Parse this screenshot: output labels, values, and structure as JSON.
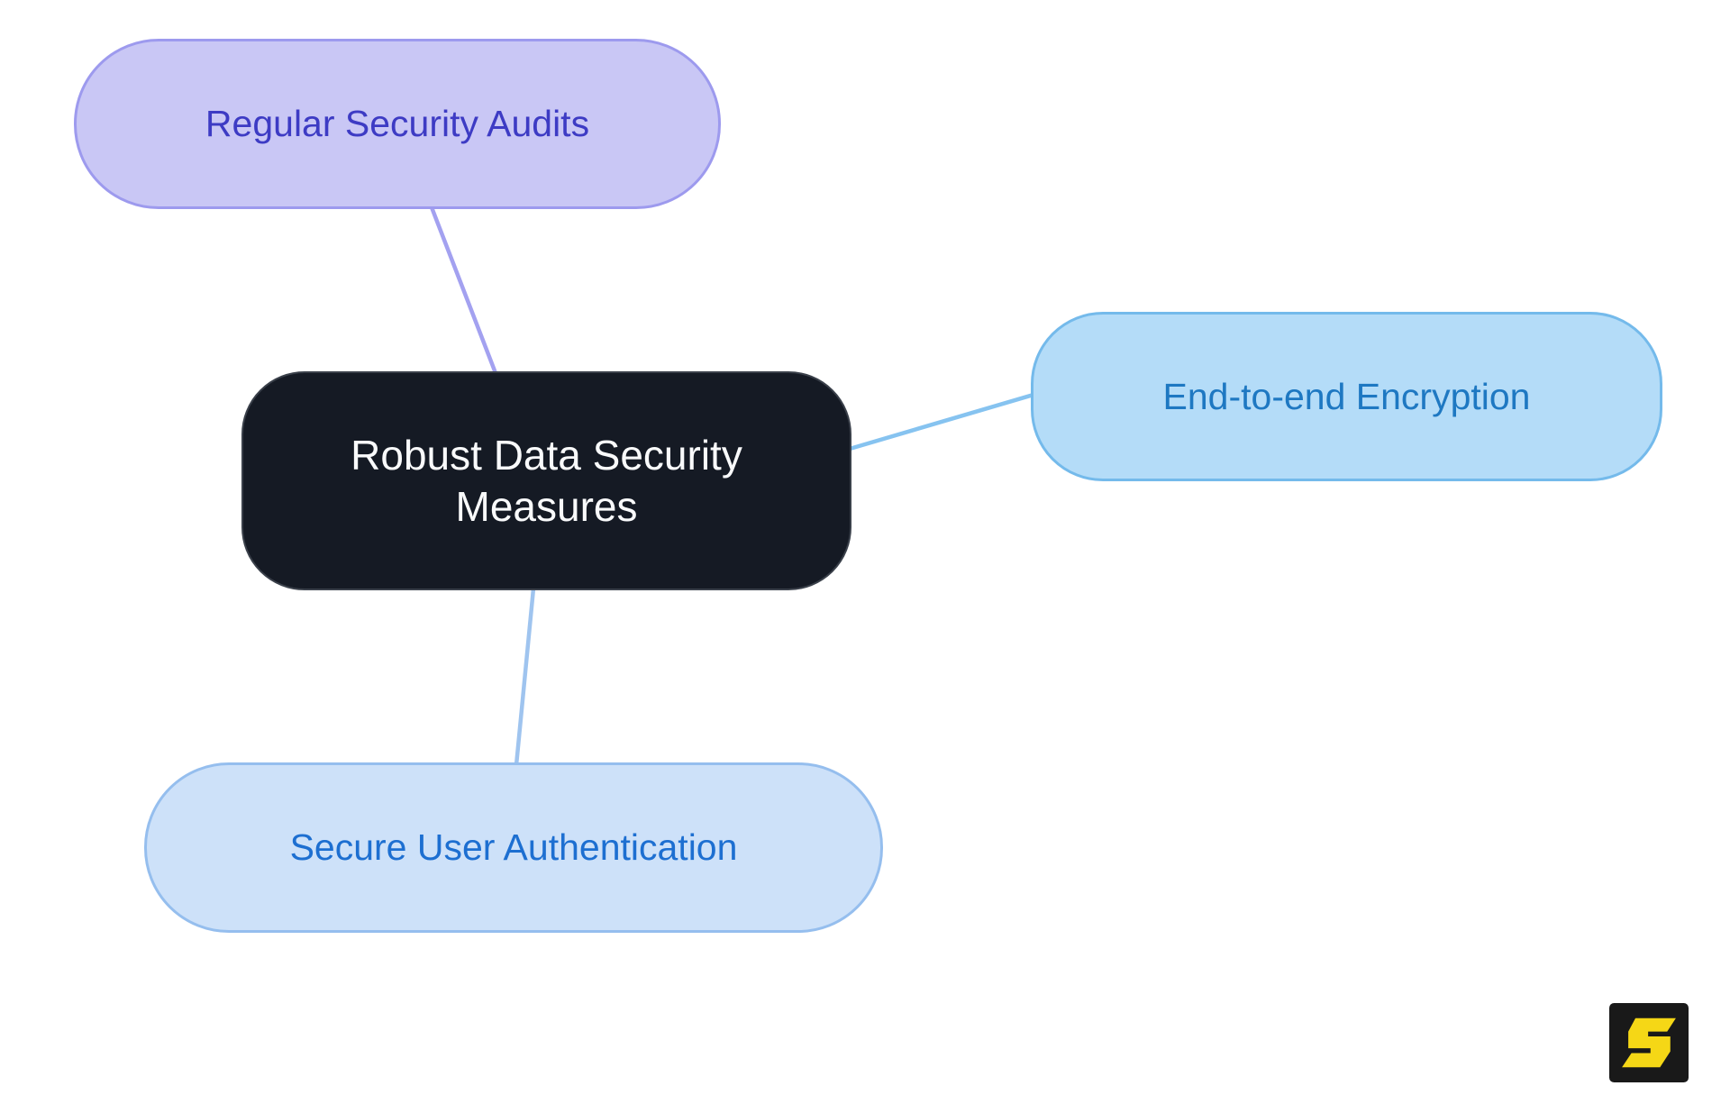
{
  "diagram": {
    "nodes": {
      "root": {
        "label": "Robust Data Security Measures",
        "fill": "#151A24",
        "border": "#3A404A",
        "text_color": "#F9FAFB"
      },
      "audits": {
        "label": "Regular Security Audits",
        "fill": "#C9C7F5",
        "border": "#9D9AEE",
        "text_color": "#3D3BC4"
      },
      "encryption": {
        "label": "End-to-end Encryption",
        "fill": "#B4DCF8",
        "border": "#74BAEB",
        "text_color": "#1E78C2"
      },
      "authentication": {
        "label": "Secure User Authentication",
        "fill": "#CDE1F9",
        "border": "#95BEEE",
        "text_color": "#1D6FD1"
      }
    },
    "connectors": [
      {
        "from": "root",
        "to": "audits",
        "color": "#A3A1F0"
      },
      {
        "from": "root",
        "to": "encryption",
        "color": "#86C3F0"
      },
      {
        "from": "root",
        "to": "authentication",
        "color": "#9FC4EF"
      }
    ]
  },
  "logo": {
    "glyph": "S",
    "background": "#191919",
    "glyph_color": "#F5D716"
  }
}
